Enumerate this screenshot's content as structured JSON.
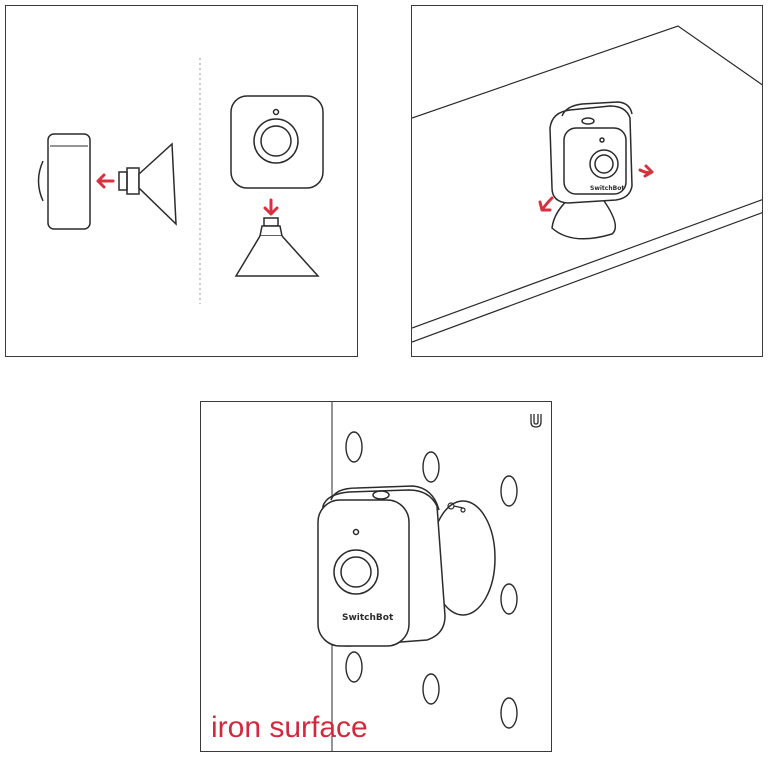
{
  "panels": [
    {
      "id": "detach",
      "arrows": 2
    },
    {
      "id": "adjust",
      "arrows": 2,
      "device_label": "SwitchBot"
    },
    {
      "id": "mount",
      "device_label": "SwitchBot",
      "caption": "iron surface"
    }
  ],
  "colors": {
    "arrow": "#d9303f",
    "line": "#2b2b2b",
    "caption": "#d22a3c"
  },
  "icons": {
    "magnet": "magnet-icon",
    "unlock": "key-icon"
  }
}
